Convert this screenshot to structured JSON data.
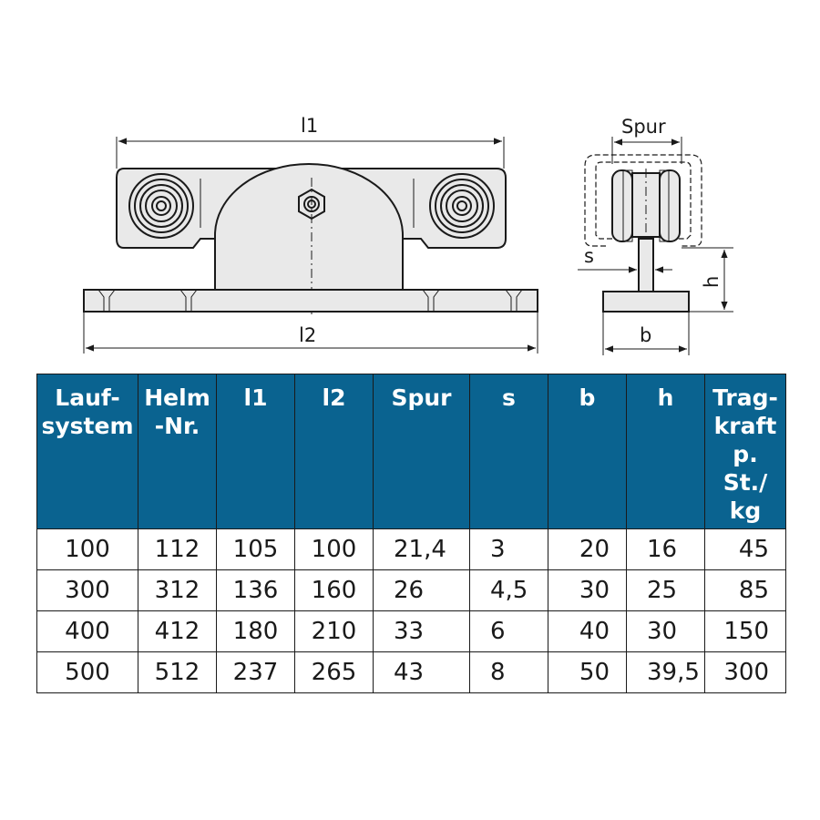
{
  "drawing": {
    "labels": {
      "l1": "l1",
      "l2": "l2",
      "spur": "Spur",
      "s": "s",
      "h": "h",
      "b": "b"
    }
  },
  "table": {
    "headers": [
      [
        "Lauf-",
        "system"
      ],
      [
        "Helm",
        "-Nr."
      ],
      [
        "l1"
      ],
      [
        "l2"
      ],
      [
        "Spur"
      ],
      [
        "s"
      ],
      [
        "b"
      ],
      [
        "h"
      ],
      [
        "Trag-",
        "kraft",
        "p.",
        "St./",
        "kg"
      ]
    ],
    "rows": [
      [
        "100",
        "112",
        "105",
        "100",
        "21,4",
        "3",
        "20",
        "16",
        "45"
      ],
      [
        "300",
        "312",
        "136",
        "160",
        "26",
        "4,5",
        "30",
        "25",
        "85"
      ],
      [
        "400",
        "412",
        "180",
        "210",
        "33",
        "6",
        "40",
        "30",
        "150"
      ],
      [
        "500",
        "512",
        "237",
        "265",
        "43",
        "8",
        "50",
        "39,5",
        "300"
      ]
    ]
  },
  "colors": {
    "header_bg": "#0a6390",
    "header_text": "#ffffff",
    "line": "#1a1a1a",
    "part_fill": "#e9e9e9"
  }
}
